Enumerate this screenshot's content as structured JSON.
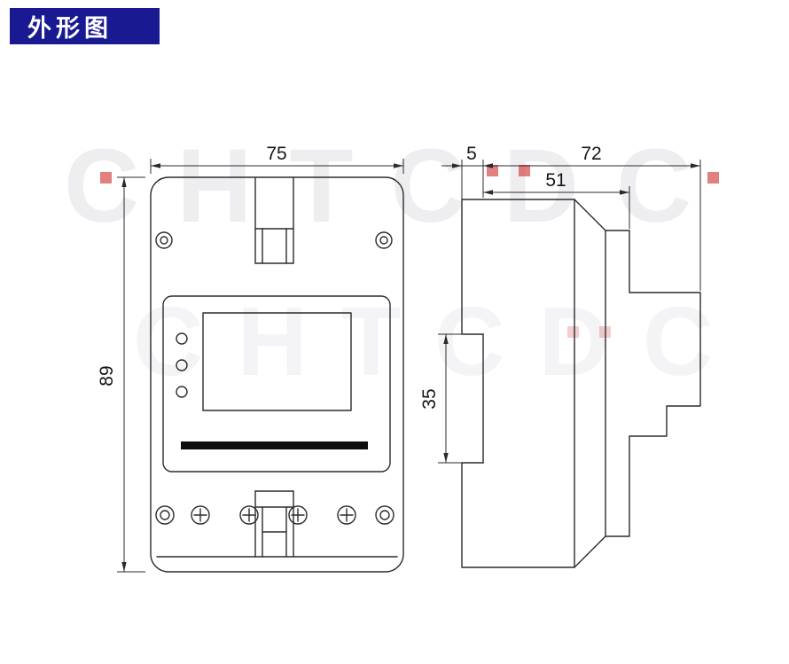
{
  "header": {
    "title": "外形图",
    "bg_color": "#191992",
    "text_color": "#ffffff"
  },
  "watermark": {
    "text": "CHTCDC",
    "accent_color": "#cc3333"
  },
  "dimensions": {
    "front_width": "75",
    "front_height": "89",
    "side_lip": "5",
    "side_total_depth": "72",
    "side_upper_depth": "51",
    "side_rail_height": "35"
  },
  "colors": {
    "line": "#2b2b2b",
    "label_strip": "#0e0e0e"
  }
}
